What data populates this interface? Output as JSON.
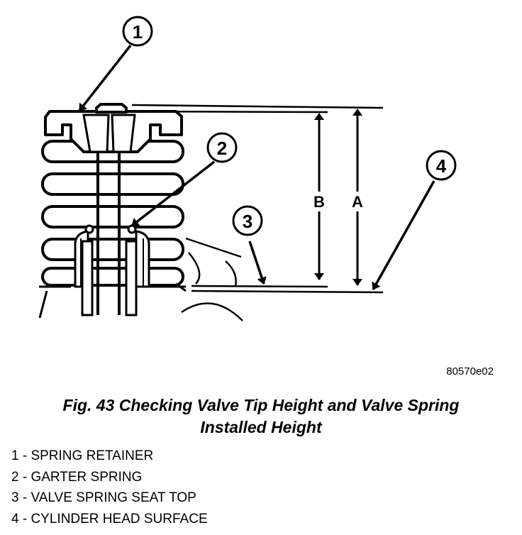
{
  "figure_id": "80570e02",
  "caption": {
    "line1": "Fig. 43 Checking Valve Tip Height and Valve Spring",
    "line2": "Installed Height"
  },
  "callouts": [
    "1",
    "2",
    "3",
    "4"
  ],
  "dimensions": {
    "a": "A",
    "b": "B"
  },
  "legend": [
    {
      "text": "1 - SPRING RETAINER"
    },
    {
      "text": "2 - GARTER SPRING"
    },
    {
      "text": "3 - VALVE SPRING SEAT TOP"
    },
    {
      "text": "4 - CYLINDER HEAD SURFACE"
    }
  ]
}
